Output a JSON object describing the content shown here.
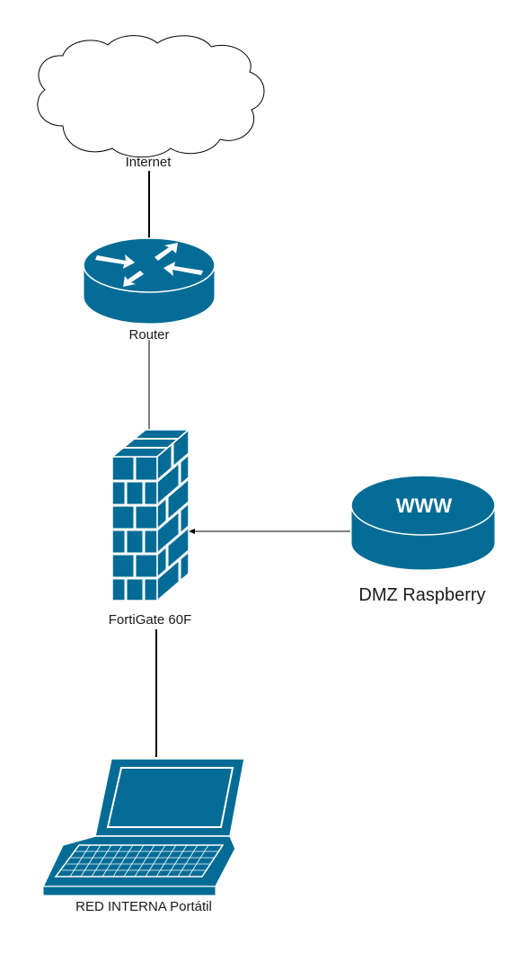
{
  "diagram": {
    "colors": {
      "device_fill": "#036c96",
      "device_stroke": "#ffffff",
      "line": "#000000",
      "cloud_stroke": "#000000",
      "cloud_fill": "#ffffff",
      "label_text": "#1a1a1a",
      "www_text": "#ffffff"
    },
    "nodes": {
      "internet": {
        "label": "Internet",
        "icon": "cloud-icon"
      },
      "router": {
        "label": "Router",
        "icon": "router-icon"
      },
      "firewall": {
        "label": "FortiGate 60F",
        "icon": "firewall-icon"
      },
      "dmz": {
        "label": "DMZ Raspberry",
        "icon": "web-server-icon",
        "badge": "WWW"
      },
      "laptop": {
        "label": "RED INTERNA Portátil",
        "icon": "laptop-icon"
      }
    },
    "connections": [
      {
        "from": "internet",
        "to": "router"
      },
      {
        "from": "router",
        "to": "firewall"
      },
      {
        "from": "dmz",
        "to": "firewall",
        "arrow": true
      },
      {
        "from": "firewall",
        "to": "laptop"
      }
    ]
  }
}
